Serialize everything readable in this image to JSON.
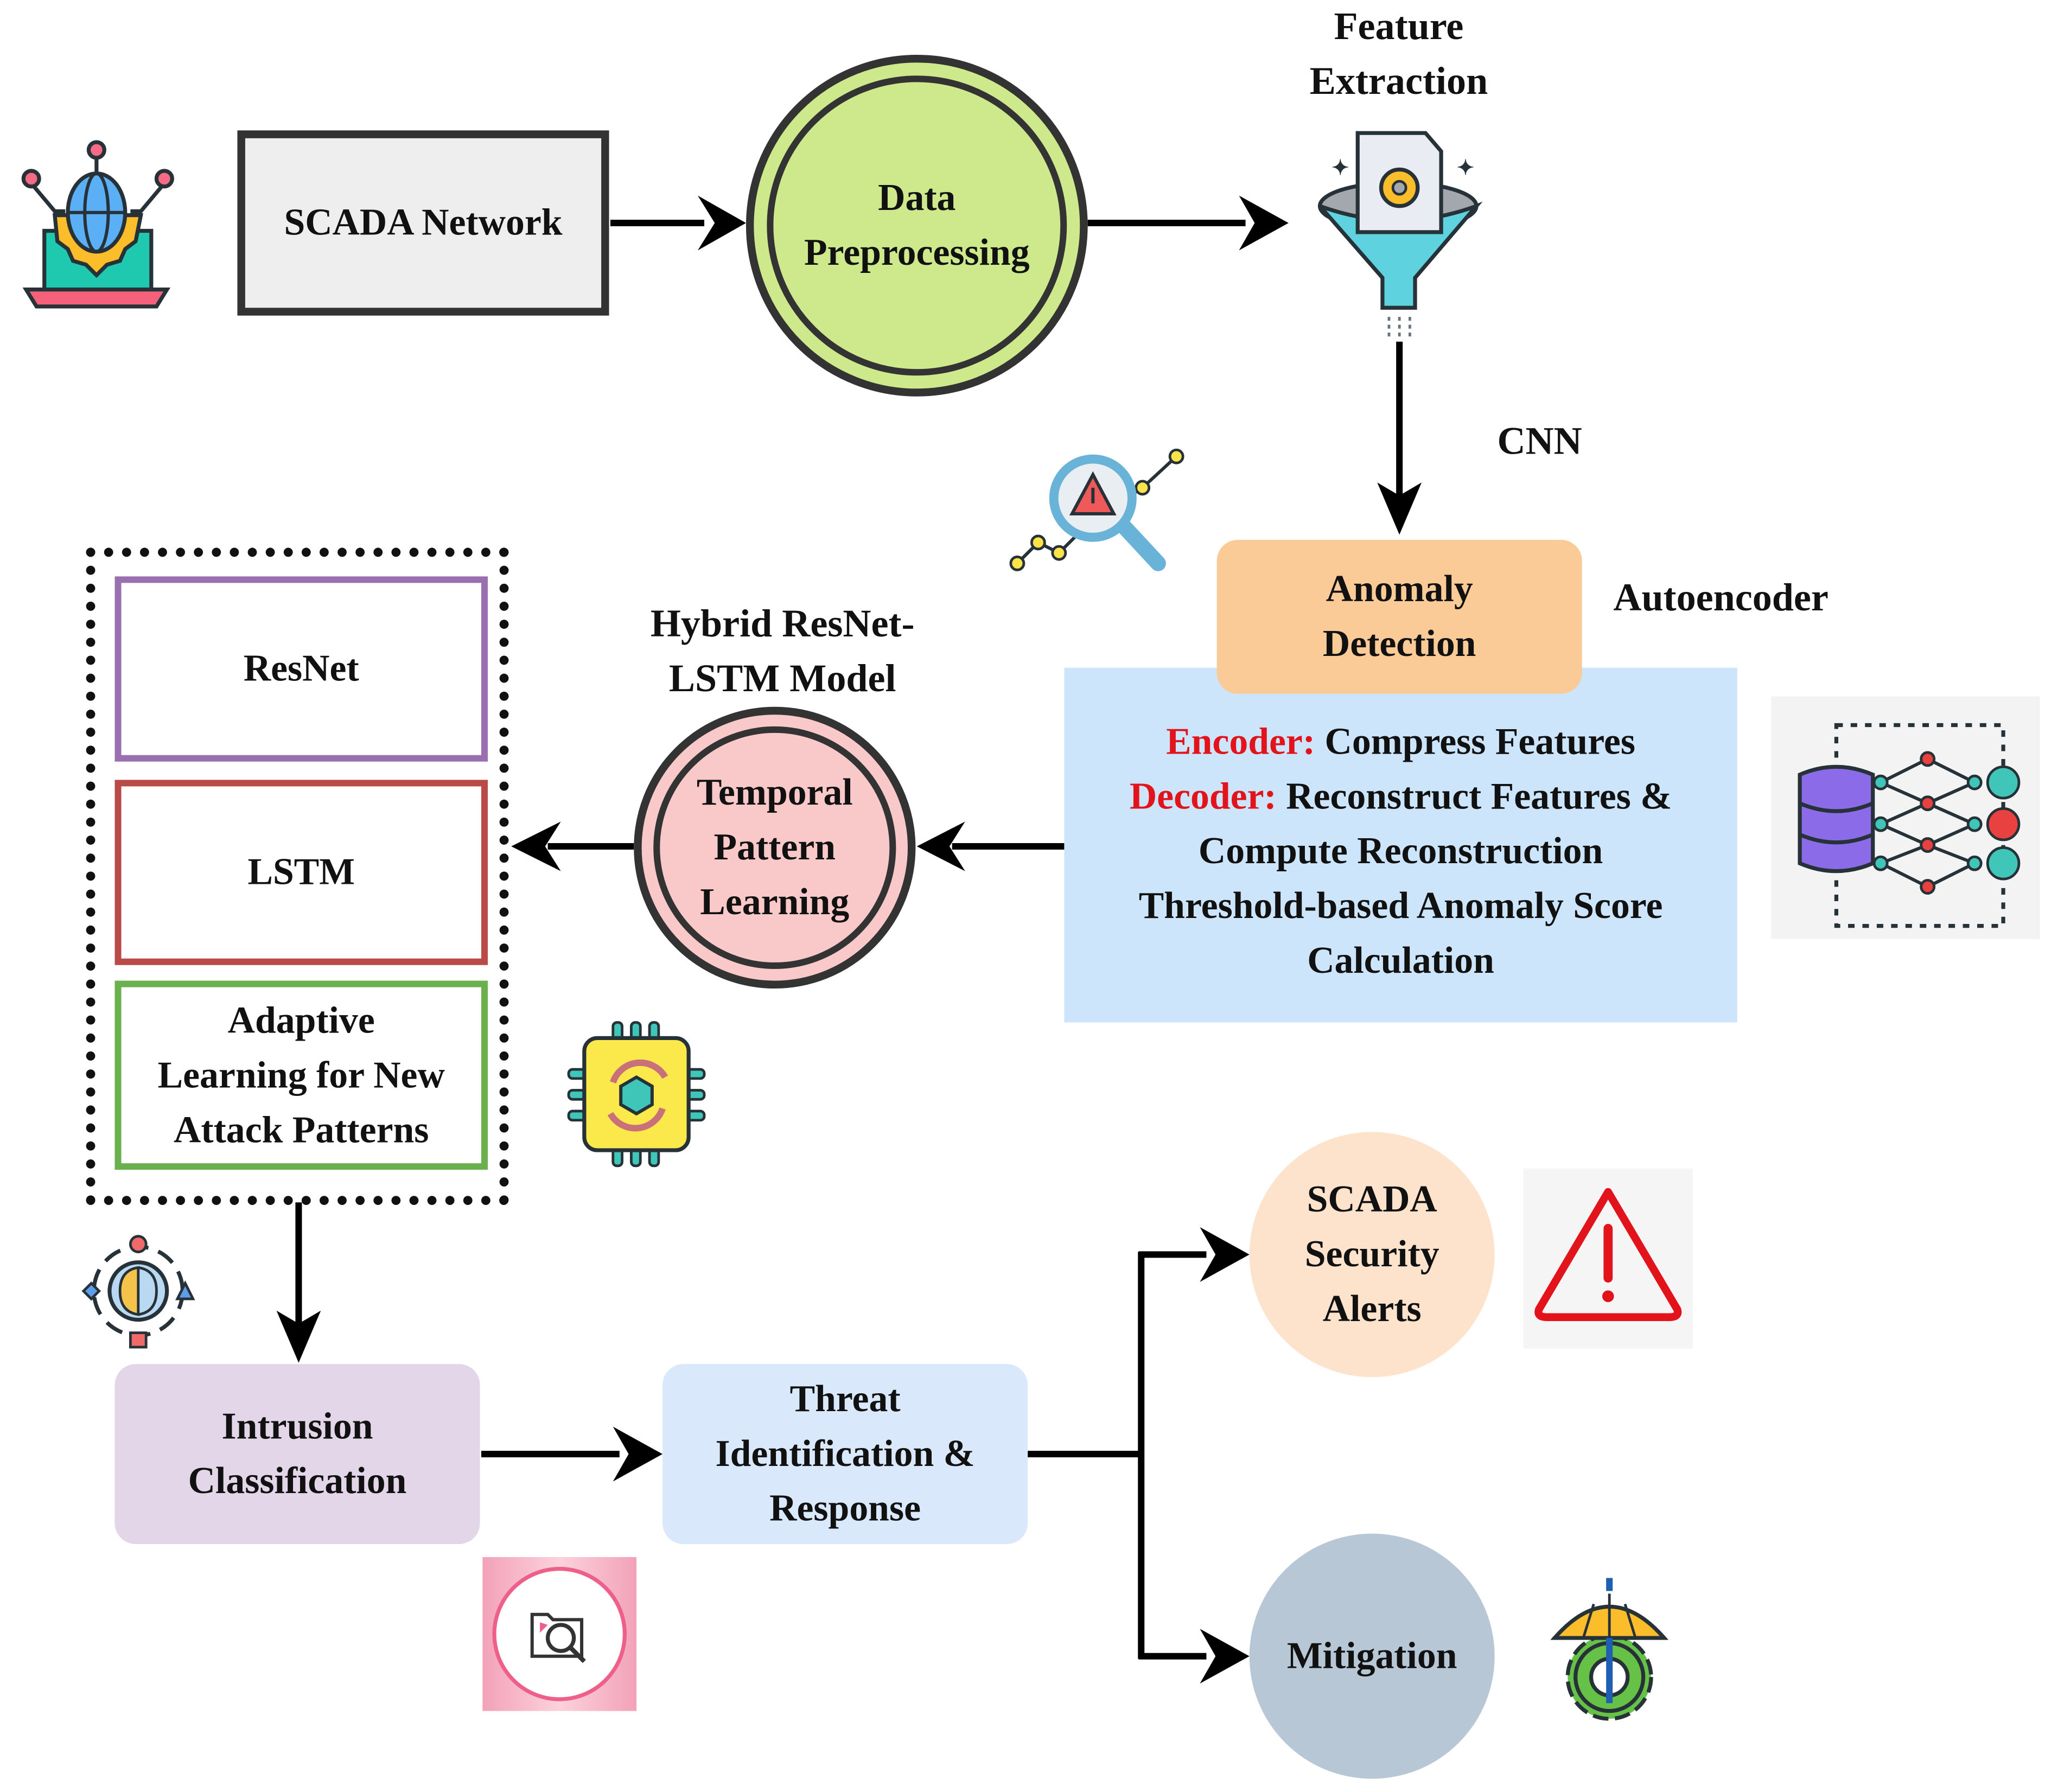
{
  "diagram": {
    "title_labels": {
      "feature_extraction": "Feature\nExtraction",
      "cnn": "CNN",
      "autoencoder": "Autoencoder",
      "hybrid_model": "Hybrid ResNet-\nLSTM Model"
    },
    "nodes": {
      "scada_network": "SCADA Network",
      "data_preprocessing": "Data\nPreprocessing",
      "anomaly_detection": "Anomaly\nDetection",
      "temporal_pattern_learning": "Temporal\nPattern\nLearning",
      "resnet": "ResNet",
      "lstm": "LSTM",
      "adaptive_learning": "Adaptive\nLearning for New\nAttack Patterns",
      "intrusion_classification": "Intrusion\nClassification",
      "threat_identification": "Threat\nIdentification &\nResponse",
      "scada_security_alerts": "SCADA\nSecurity\nAlerts",
      "mitigation": "Mitigation"
    },
    "autoencoder_panel": {
      "encoder_key": "Encoder:",
      "encoder_text": " Compress Features",
      "decoder_key": "Decoder:",
      "decoder_text": " Reconstruct Features &",
      "line3": "Compute Reconstruction",
      "line4": "Threshold-based Anomaly Score",
      "line5": "Calculation"
    },
    "icons": [
      "network-laptop-icon",
      "feature-extraction-funnel-icon",
      "anomaly-search-icon",
      "autoencoder-network-icon",
      "adaptive-chip-icon",
      "ai-brain-icon",
      "file-search-icon",
      "warning-triangle-icon",
      "mitigation-gear-umbrella-icon"
    ],
    "colors": {
      "scada_box_fill": "#eeeeee",
      "preprocessing_fill": "#cde98b",
      "anomaly_fill": "#fbcb97",
      "autoencoder_panel_fill": "#cce5fb",
      "temporal_fill": "#f9c9c9",
      "resnet_border": "#9a6fb0",
      "lstm_border": "#b94a48",
      "adaptive_border": "#6ab04c",
      "intrusion_fill": "#e3d6e9",
      "threat_fill": "#d9e8fa",
      "alerts_fill": "#fde3cc",
      "mitigation_fill": "#b8c7d5",
      "accent_red": "#e3131b"
    }
  }
}
